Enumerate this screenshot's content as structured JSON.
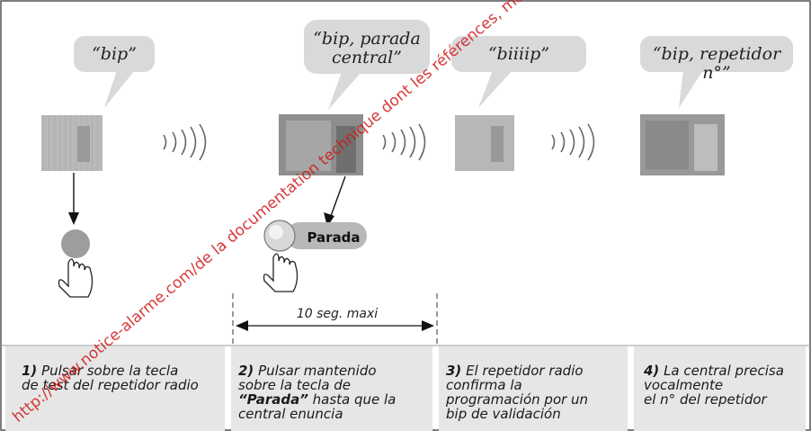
{
  "bubbles": {
    "b1": "“bip”",
    "b2_line1": "“bip, parada",
    "b2_line2": "central”",
    "b3": "“biiiip”",
    "b4": "“bip, repetidor n°”"
  },
  "button_label": "Parada",
  "measure_label": "10 seg. maxi",
  "steps": [
    {
      "num": "1)",
      "l1": "Pulsar sobre la tecla",
      "l2": "de test del repetidor radio",
      "l3": "",
      "l4": ""
    },
    {
      "num": "2)",
      "l1": "Pulsar mantenido",
      "l2": "sobre la tecla de",
      "l3_bold": "“Parada”",
      "l3": " hasta que la",
      "l4": "central enuncia"
    },
    {
      "num": "3)",
      "l1": "El repetidor radio",
      "l2": "confirma la",
      "l3": "programación por un",
      "l4": "bip de validación"
    },
    {
      "num": "4)",
      "l1": "La central precisa",
      "l2": "vocalmente",
      "l3": "el n° del repetidor",
      "l4": ""
    }
  ],
  "watermark": "http://www.notice-alarme.com/de la documentation technique dont les références, marques"
}
